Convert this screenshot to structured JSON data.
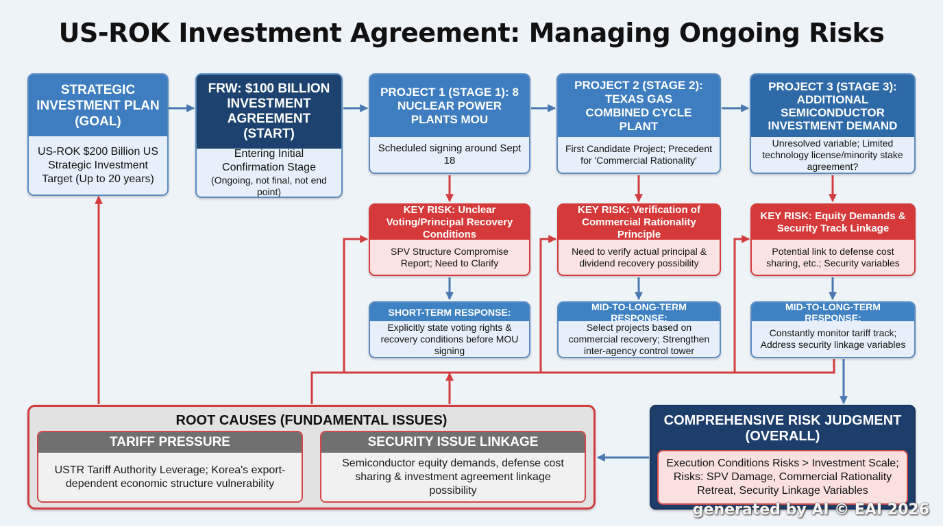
{
  "title": "US-ROK Investment Agreement: Managing Ongoing Risks",
  "top_row": [
    {
      "heading": "STRATEGIC INVESTMENT PLAN (GOAL)",
      "body": "US-ROK $200 Billion US Strategic Investment Target (Up to 20 years)",
      "color": "#3d7dc0"
    },
    {
      "heading": "FRW: $100 BILLION INVESTMENT AGREEMENT (START)",
      "body": "Entering Initial Confirmation Stage",
      "note": "(Ongoing, not final, not end point)",
      "color": "#1e426f"
    },
    {
      "heading": "PROJECT 1 (STAGE 1): 8 NUCLEAR POWER PLANTS MOU",
      "body": "Scheduled signing around Sept 18",
      "color": "#3d7dc0"
    },
    {
      "heading": "PROJECT 2 (STAGE 2): TEXAS GAS COMBINED CYCLE PLANT",
      "body": "First Candidate Project; Precedent for 'Commercial Rationality'",
      "color": "#3d7dc0"
    },
    {
      "heading": "PROJECT 3 (STAGE 3): ADDITIONAL SEMICONDUCTOR INVESTMENT DEMAND",
      "body": "Unresolved variable; Limited technology license/minority stake agreement?",
      "color": "#2f6aa8"
    }
  ],
  "risks": [
    {
      "heading": "KEY RISK: Unclear Voting/Principal Recovery Conditions",
      "body": "SPV Structure Compromise Report; Need to Clarify"
    },
    {
      "heading": "KEY RISK: Verification of Commercial Rationality Principle",
      "body": "Need to verify actual principal & dividend recovery possibility"
    },
    {
      "heading": "KEY RISK: Equity Demands & Security Track Linkage",
      "body": "Potential link to defense cost sharing, etc.; Security variables"
    }
  ],
  "responses": [
    {
      "heading": "SHORT-TERM RESPONSE:",
      "body": "Explicitly state voting rights & recovery conditions before MOU signing"
    },
    {
      "heading": "MID-TO-LONG-TERM RESPONSE:",
      "body": "Select projects based on commercial recovery; Strengthen inter-agency control tower"
    },
    {
      "heading": "MID-TO-LONG-TERM RESPONSE:",
      "body": "Constantly monitor tariff track; Address security linkage variables"
    }
  ],
  "root_causes": {
    "title": "ROOT CAUSES (FUNDAMENTAL ISSUES)",
    "items": [
      {
        "heading": "TARIFF PRESSURE",
        "body": "USTR Tariff Authority Leverage; Korea's export-dependent economic structure vulnerability"
      },
      {
        "heading": "SECURITY ISSUE LINKAGE",
        "body": "Semiconductor equity demands, defense cost sharing & investment agreement linkage possibility"
      }
    ]
  },
  "overall": {
    "title": "COMPREHENSIVE RISK JUDGMENT (OVERALL)",
    "body": "Execution Conditions Risks > Investment Scale; Risks: SPV Damage, Commercial Rationality Retreat, Security Linkage Variables"
  },
  "watermark": "generated by AI © EAI 2026",
  "colors": {
    "background": "#eef3f8",
    "blue_header": "#3d7dc0",
    "navy_header": "#1e426f",
    "risk_red": "#d6393a",
    "risk_fill": "#fbe3e3",
    "connector_blue": "#4a78b0",
    "connector_red": "#d23c3c",
    "overall_navy": "#1d3d6b",
    "root_gray": "#707070"
  }
}
